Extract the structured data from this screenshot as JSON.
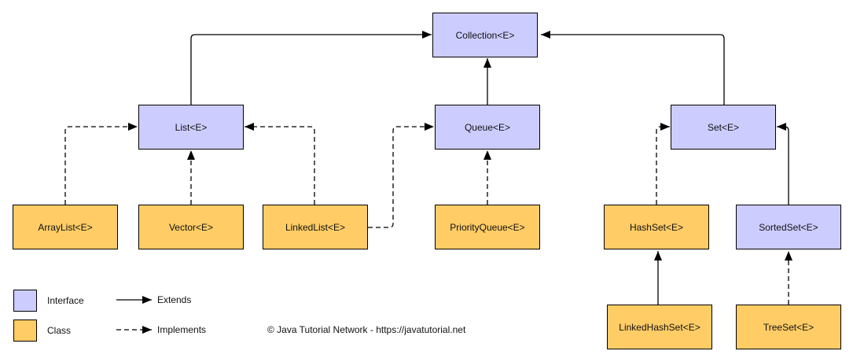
{
  "diagram": {
    "nodes": {
      "collection": {
        "label": "Collection<E>",
        "kind": "interface"
      },
      "list": {
        "label": "List<E>",
        "kind": "interface"
      },
      "queue": {
        "label": "Queue<E>",
        "kind": "interface"
      },
      "set": {
        "label": "Set<E>",
        "kind": "interface"
      },
      "arraylist": {
        "label": "ArrayList<E>",
        "kind": "class"
      },
      "vector": {
        "label": "Vector<E>",
        "kind": "class"
      },
      "linkedlist": {
        "label": "LinkedList<E>",
        "kind": "class"
      },
      "priorityqueue": {
        "label": "PriorityQueue<E>",
        "kind": "class"
      },
      "hashset": {
        "label": "HashSet<E>",
        "kind": "class"
      },
      "sortedset": {
        "label": "SortedSet<E>",
        "kind": "interface"
      },
      "linkedhashset": {
        "label": "LinkedHashSet<E>",
        "kind": "class"
      },
      "treeset": {
        "label": "TreeSet<E>",
        "kind": "class"
      }
    },
    "edges": [
      {
        "from": "List<E>",
        "to": "Collection<E>",
        "type": "extends"
      },
      {
        "from": "Queue<E>",
        "to": "Collection<E>",
        "type": "extends"
      },
      {
        "from": "Set<E>",
        "to": "Collection<E>",
        "type": "extends"
      },
      {
        "from": "SortedSet<E>",
        "to": "Set<E>",
        "type": "extends"
      },
      {
        "from": "LinkedHashSet<E>",
        "to": "HashSet<E>",
        "type": "extends"
      },
      {
        "from": "ArrayList<E>",
        "to": "List<E>",
        "type": "implements"
      },
      {
        "from": "Vector<E>",
        "to": "List<E>",
        "type": "implements"
      },
      {
        "from": "LinkedList<E>",
        "to": "List<E>",
        "type": "implements"
      },
      {
        "from": "LinkedList<E>",
        "to": "Queue<E>",
        "type": "implements"
      },
      {
        "from": "PriorityQueue<E>",
        "to": "Queue<E>",
        "type": "implements"
      },
      {
        "from": "HashSet<E>",
        "to": "Set<E>",
        "type": "implements"
      },
      {
        "from": "TreeSet<E>",
        "to": "SortedSet<E>",
        "type": "implements"
      }
    ],
    "legend": {
      "interface_label": "Interface",
      "class_label": "Class",
      "extends_label": "Extends",
      "implements_label": "Implements"
    },
    "colors": {
      "interface_fill": "#CCCCFF",
      "class_fill": "#FFCC66",
      "line": "#000000"
    },
    "copyright": "© Java Tutorial Network - https://javatutorial.net"
  }
}
